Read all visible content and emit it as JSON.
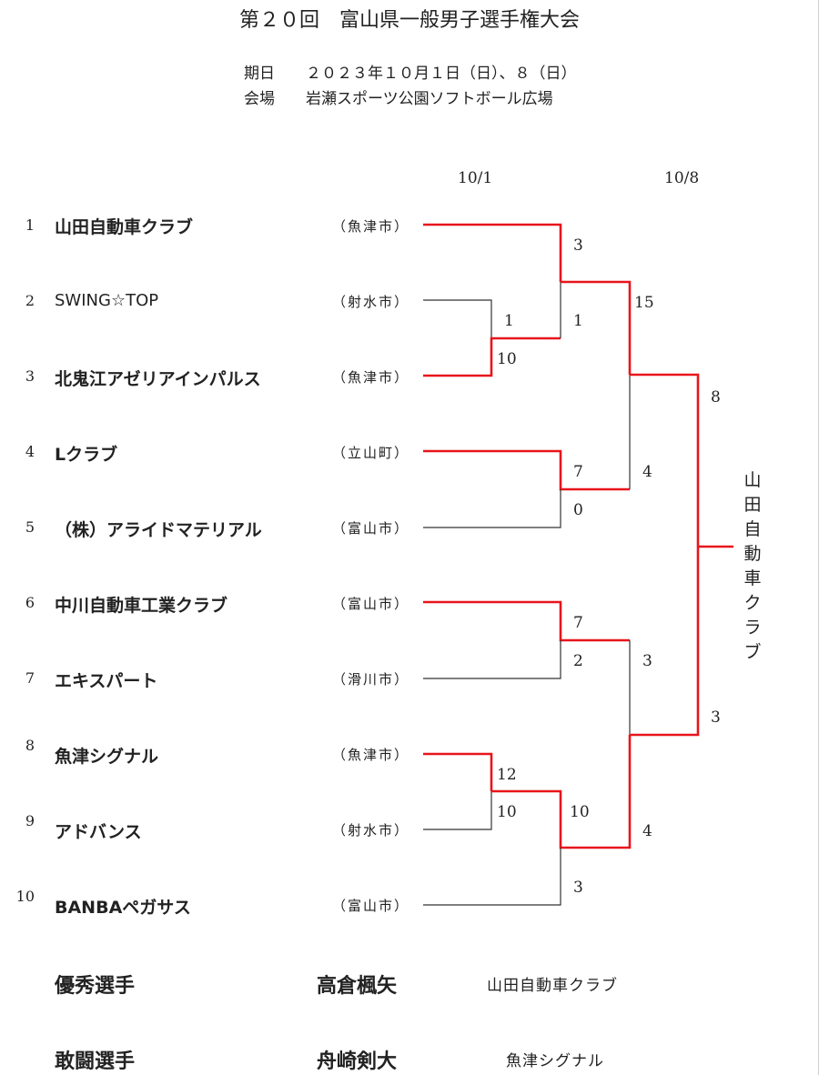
{
  "title": "第２０回　富山県一般男子選手権大会",
  "period": "期日　　２０２３年１０月１日（日）、８（日）",
  "venue": "会場　　岩瀬スポーツ公園ソフトボール広場",
  "dates": {
    "round1": "10/1",
    "round2": "10/8"
  },
  "teams": [
    {
      "seed": "1",
      "name": "山田自動車クラブ",
      "city": "（魚津市）"
    },
    {
      "seed": "2",
      "name": "SWING☆TOP",
      "city": "（射水市）"
    },
    {
      "seed": "3",
      "name": "北鬼江アゼリアインパルス",
      "city": "（魚津市）"
    },
    {
      "seed": "4",
      "name": "Lクラブ",
      "city": "（立山町）"
    },
    {
      "seed": "5",
      "name": "（株）アライドマテリアル",
      "city": "（富山市）"
    },
    {
      "seed": "6",
      "name": "中川自動車工業クラブ",
      "city": "（富山市）"
    },
    {
      "seed": "7",
      "name": "エキスパート",
      "city": "（滑川市）"
    },
    {
      "seed": "8",
      "name": "魚津シグナル",
      "city": "（魚津市）"
    },
    {
      "seed": "9",
      "name": "アドバンス",
      "city": "（射水市）"
    },
    {
      "seed": "10",
      "name": "BANBAペガサス",
      "city": "（富山市）"
    }
  ],
  "scores": {
    "m1_top": "1",
    "m1_bottom": "10",
    "m2_top": "3",
    "m2_bottom": "1",
    "m3_top": "7",
    "m3_bottom": "0",
    "m4_top": "7",
    "m4_bottom": "2",
    "m5_top": "12",
    "m5_bottom": "10",
    "m6_top": "10",
    "m6_bottom": "3",
    "sf1_top": "15",
    "sf1_bottom": "4",
    "sf2_top": "3",
    "sf2_bottom": "4",
    "final_top": "8",
    "final_bottom": "3"
  },
  "champion": "山田自動車クラブ",
  "awards": [
    {
      "label": "優秀選手",
      "player": "高倉楓矢",
      "team": "山田自動車クラブ"
    },
    {
      "label": "敢闘選手",
      "player": "舟崎剣大",
      "team": "魚津シグナル"
    }
  ]
}
